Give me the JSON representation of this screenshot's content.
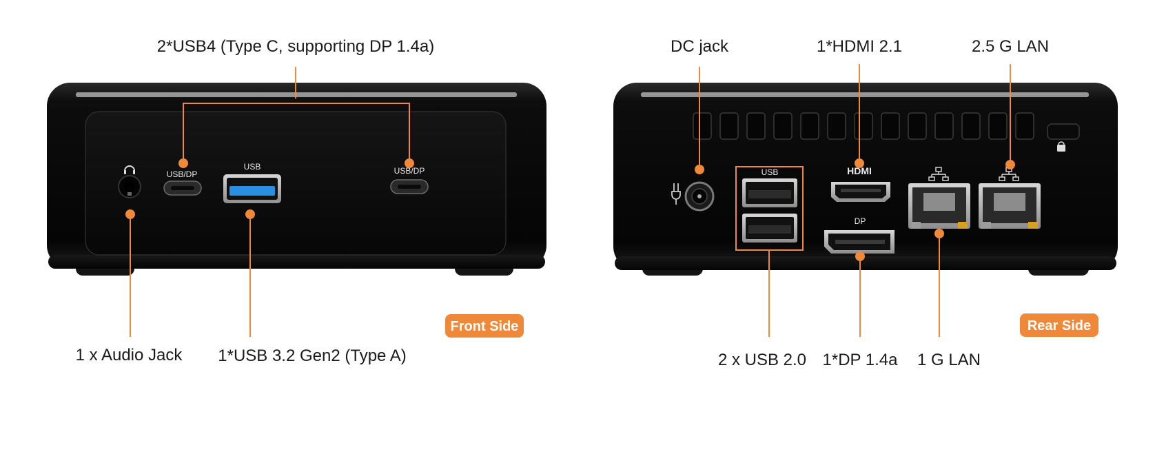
{
  "front": {
    "callouts": {
      "usb4": "2*USB4 (Type C, supporting DP 1.4a)",
      "audio": "1 x Audio Jack",
      "usb_a": "1*USB 3.2 Gen2 (Type A)"
    },
    "port_labels": {
      "usbdp_left": "USB/DP",
      "usb": "USB",
      "usbdp_right": "USB/DP"
    },
    "badge": "Front Side"
  },
  "rear": {
    "callouts": {
      "dc": "DC jack",
      "hdmi": "1*HDMI 2.1",
      "lan25": "2.5 G LAN",
      "usb2": "2 x USB 2.0",
      "dp": "1*DP 1.4a",
      "lan1": "1 G LAN"
    },
    "port_labels": {
      "usb": "USB",
      "hdmi": "HDMI",
      "dp": "DP"
    },
    "badge": "Rear Side"
  },
  "colors": {
    "accent": "#f0883a",
    "chassis": "#0b0b0b",
    "usb_blue": "#2a8fe0"
  },
  "icons": [
    "headphone-icon",
    "power-plug-icon",
    "network-icon",
    "kensington-lock-icon"
  ]
}
